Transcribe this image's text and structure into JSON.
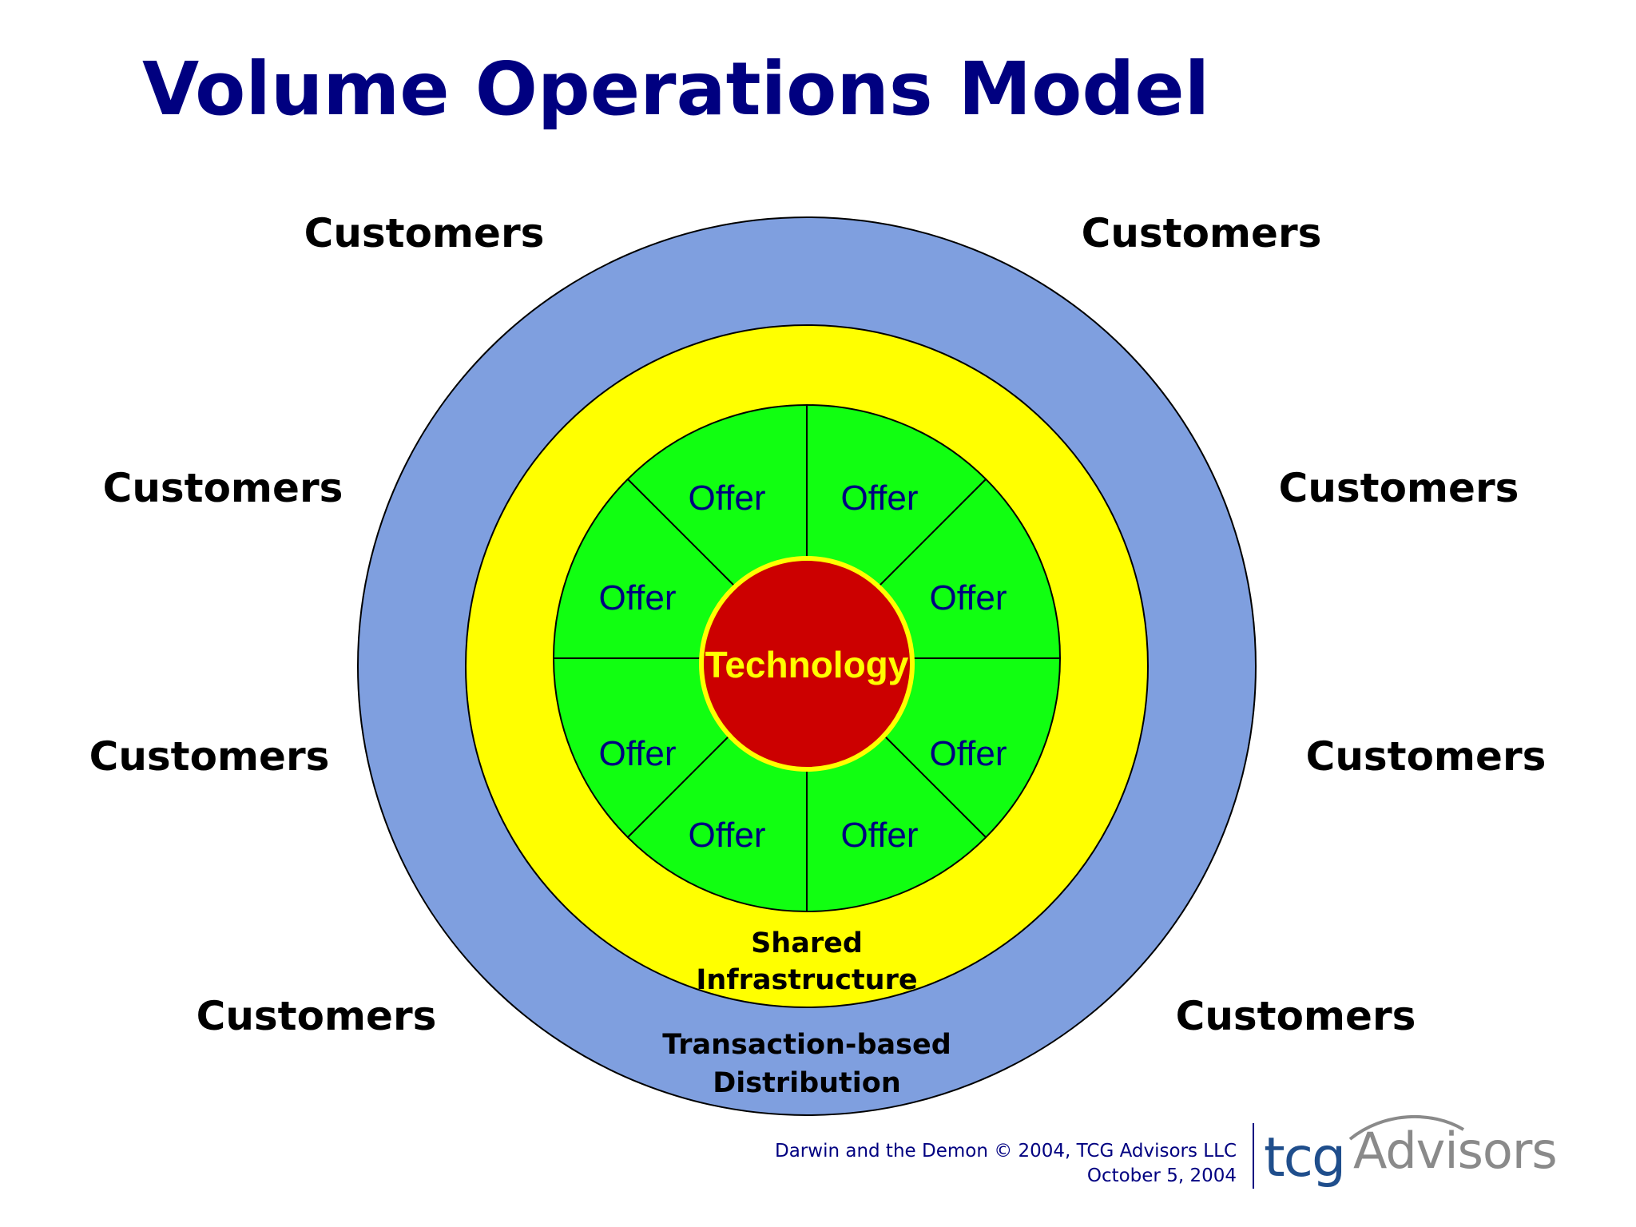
{
  "title": "Volume Operations Model",
  "customers": [
    {
      "id": "top-left",
      "label": "Customers"
    },
    {
      "id": "top-right",
      "label": "Customers"
    },
    {
      "id": "upper-left",
      "label": "Customers"
    },
    {
      "id": "upper-right",
      "label": "Customers"
    },
    {
      "id": "lower-left",
      "label": "Customers"
    },
    {
      "id": "lower-right",
      "label": "Customers"
    },
    {
      "id": "bottom-left",
      "label": "Customers"
    },
    {
      "id": "bottom-right",
      "label": "Customers"
    }
  ],
  "rings": {
    "distribution": {
      "line1": "Transaction-based",
      "line2": "Distribution",
      "color": "#7f9fdf"
    },
    "infrastructure": {
      "line1": "Shared",
      "line2": "Infrastructure",
      "color": "#ffff00"
    },
    "offers": {
      "color": "#11ff11",
      "items": [
        "Offer",
        "Offer",
        "Offer",
        "Offer",
        "Offer",
        "Offer",
        "Offer",
        "Offer"
      ]
    },
    "core": {
      "label": "Technology",
      "color": "#cc0000",
      "border": "#ffff00"
    }
  },
  "footer": {
    "line1": "Darwin and the Demon © 2004, TCG Advisors LLC",
    "line2": "October 5, 2004"
  },
  "logo": {
    "mark": "tcg",
    "word": "Advisors"
  },
  "colors": {
    "title": "#000080",
    "offer_text": "#000080",
    "outline": "#000000"
  }
}
